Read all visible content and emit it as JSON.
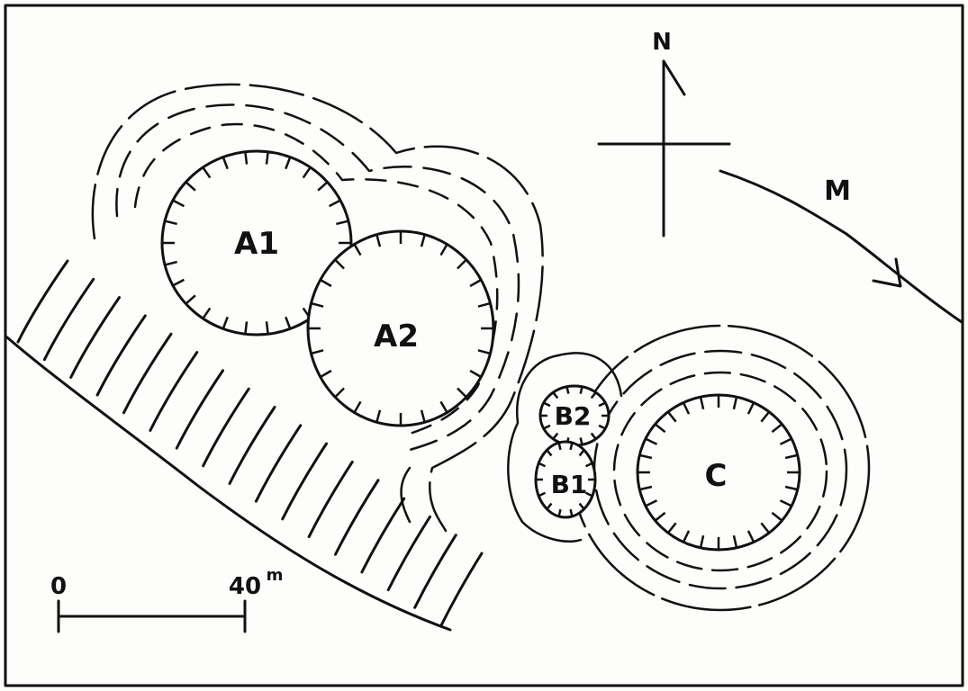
{
  "labels": {
    "a1": "A1",
    "a2": "A2",
    "b1": "B1",
    "b2": "B2",
    "c": "C",
    "m": "M",
    "north": "N"
  },
  "scale": {
    "zero": "0",
    "forty": "40",
    "unit": "m"
  },
  "colors": {
    "ink": "#111111",
    "paper": "#fdfdfb"
  },
  "icons": {
    "north_arrow": "north-arrow-icon"
  }
}
